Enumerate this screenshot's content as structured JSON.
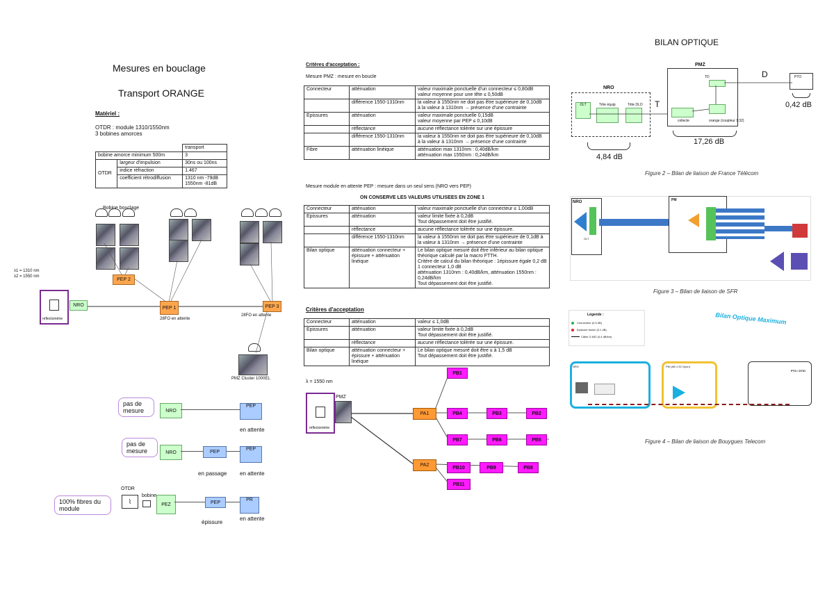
{
  "left": {
    "title1": "Mesures en bouclage",
    "title2": "Transport ORANGE",
    "materiel_label": "Matériel :",
    "otdr_line": "OTDR : module 1310/1550nm",
    "bobines_line": "3 bobines amorces",
    "param_table": {
      "header": "transport",
      "rows": [
        {
          "group": "",
          "label": "bobine amorce minimum 500m",
          "value": "3"
        },
        {
          "group": "OTDR",
          "label": "largeur d'impulsion",
          "value": "30ns ou 100ns"
        },
        {
          "group": "",
          "label": "indice réfraction",
          "value": "1.467"
        },
        {
          "group": "",
          "label": "coefficient rétrodiffusion",
          "value": "1310 nm -79dB\n1550nm -81dB"
        }
      ]
    },
    "bobine_bouclage": "Bobine bouclage",
    "lambda1": "λ1 = 1310 nm",
    "lambda2": "λ2 = 1550 nm",
    "reflecto": "réflectomètre",
    "nro": "NRO",
    "pep1": "PEP 1",
    "pep2": "PEP 2",
    "pep3": "PEP 3",
    "pfo_attente": "28FO en attente",
    "pfo_attente3": "28FO en attente",
    "pmz": "PMZ Cluster 1000EL",
    "diag1_bubble": "pas de mesure",
    "diag1_nro": "NRO",
    "diag1_pep": "PEP",
    "diag1_attente": "en attente",
    "diag2_bubble": "pas de mesure",
    "diag2_nro": "NRO",
    "diag2_pep1": "PEP",
    "diag2_pep2": "PEP",
    "diag2_passage": "en passage",
    "diag2_attente": "en attente",
    "diag3_bubble": "100% fibres du module",
    "diag3_otdr": "OTDR",
    "diag3_bobine": "bobine",
    "diag3_pez": "PEZ",
    "diag3_pep": "PEP",
    "diag3_pr": "PR",
    "diag3_epissure": "épissure",
    "diag3_attente": "en attente"
  },
  "middle": {
    "criteria_title": "Critères d'acceptation :",
    "pmz_title": "Mesure PMZ : mesure en boucle",
    "table1": [
      [
        "Connecteur",
        "atténuation",
        "valeur maximale ponctuelle d'un connecteur ≤ 0,80dB\nvaleur moyenne pour une tête ≤ 0,50dB"
      ],
      [
        "",
        "différence 1550-1310nm",
        "la valeur à 1550nm ne doit pas être supérieure de 0,10dB\nà la valeur à 1310nm → présence d'une contrainte"
      ],
      [
        "Epissures",
        "atténuation",
        "valeur maximale ponctuelle 0,15dB\nvaleur moyenne par PEP ≤ 0,10dB"
      ],
      [
        "",
        "réflectance",
        "aucune réflectance tolérée sur une épissure"
      ],
      [
        "",
        "différence 1550-1310nm",
        "la valeur à 1550nm ne doit pas être supérieure de 0,10dB\nà la valeur à 1310nm → présence d'une contrainte"
      ],
      [
        "Fibre",
        "atténuation linéique",
        "atténuation max 1310nm : 0,40dB/km\natténuation max 1550nm : 0,24dB/km"
      ]
    ],
    "pep_title": "Mesure module en attente PEP : mesure dans un seul sens (NRO vers PEP)",
    "conserve": "ON CONSERVE LES VALEURS UTILISEES EN ZONE 1",
    "table2": [
      [
        "Connecteur",
        "atténuation",
        "valeur maximale ponctuelle d'un connecteur ≤ 1,00dB"
      ],
      [
        "Epissures",
        "atténuation",
        "valeur limite fixée à 0,2dB\nTout dépassement doit être justifié."
      ],
      [
        "",
        "réflectance",
        "aucune réflectance tolérée sur une épissure."
      ],
      [
        "",
        "différence 1550-1310nm",
        "la valeur à 1550nm ne doit pas être supérieure de 0,1dB à\nla valeur à 1310nm → présence d'une contrainte"
      ],
      [
        "Bilan optique",
        "atténuation connecteur +\népissure + atténuation\nlinéique",
        "Le bilan optique mesuré doit être inférieur au bilan optique\nthéorique calculé par la macro FTTH.\nCritère de calcul du bilan théorique : 1épissure égale 0,2 dB\n1 connecteur 1,0 dB\natténuation 1310nm : 0,40dB/km, atténuation 1550nm :\n0,24dB/km\nTout dépassement doit être justifié."
      ]
    ],
    "criteria2_title": "Critères d'acceptation",
    "table3": [
      [
        "Connecteur",
        "atténuation",
        "valeur ≤ 1,0dB"
      ],
      [
        "Epissures",
        "atténuation",
        "valeur limite fixée à 0,2dB\nTout dépassement doit être justifié."
      ],
      [
        "",
        "réflectance",
        "aucune réflectance tolérée sur une épissure."
      ],
      [
        "Bilan optique",
        "atténuation connecteur +\népissure + atténuation\nlinéique",
        "Le bilan optique mesuré doit être ≤ à 1,5 dB\nTout dépassement doit être justifié."
      ]
    ],
    "lambda": "λ = 1550 nm",
    "pmz": "PMZ",
    "reflecto": "réflectomètre",
    "pa1": "PA1",
    "pa2": "PA2",
    "pb": [
      "PB1",
      "PB4",
      "PB3",
      "PB2",
      "PB7",
      "PB6",
      "PB5",
      "PB10",
      "PB9",
      "PB8",
      "PB11"
    ]
  },
  "right": {
    "title": "BILAN OPTIQUE",
    "fig2": {
      "pmz": "PMZ",
      "nro": "NRO",
      "olt": "OLT",
      "tete_equip": "Tête équip",
      "tete_dlo": "Tête DLO",
      "t": "T",
      "d": "D",
      "td": "TD",
      "pto": "PTO",
      "collecte": "collecte",
      "orange": "orange (coupleur 1:32)",
      "val_d": "0,42 dB",
      "val_t": "17,26 dB",
      "val_nro": "4,84 dB",
      "caption": "Figure 2 – Bilan de liaison de France Télécom"
    },
    "fig3": {
      "nro": "NRO",
      "olt": "OLT",
      "pm": "PM",
      "caption": "Figure 3 – Bilan de liaison de SFR"
    },
    "fig4": {
      "title": "Bilan Optique Maximum",
      "legende": "Légende :",
      "leg1": "Connecteur (0,5 dB)",
      "leg2": "Epissure fusion (0,1 dB)",
      "leg3": "Câble G.652 (0,4 dB/km)",
      "nro": "NRO",
      "pm": "PM  (AB 1:32 Gpon)",
      "pto": "PTO / DTIO",
      "caption": "Figure 4 – Bilan de liaison de Bouygues Telecom"
    }
  },
  "colors": {
    "pb": "#ff1aff",
    "pa": "#ff9933",
    "green": "#ccffcc",
    "blue": "#aaccff",
    "purple": "#7a2a90"
  }
}
